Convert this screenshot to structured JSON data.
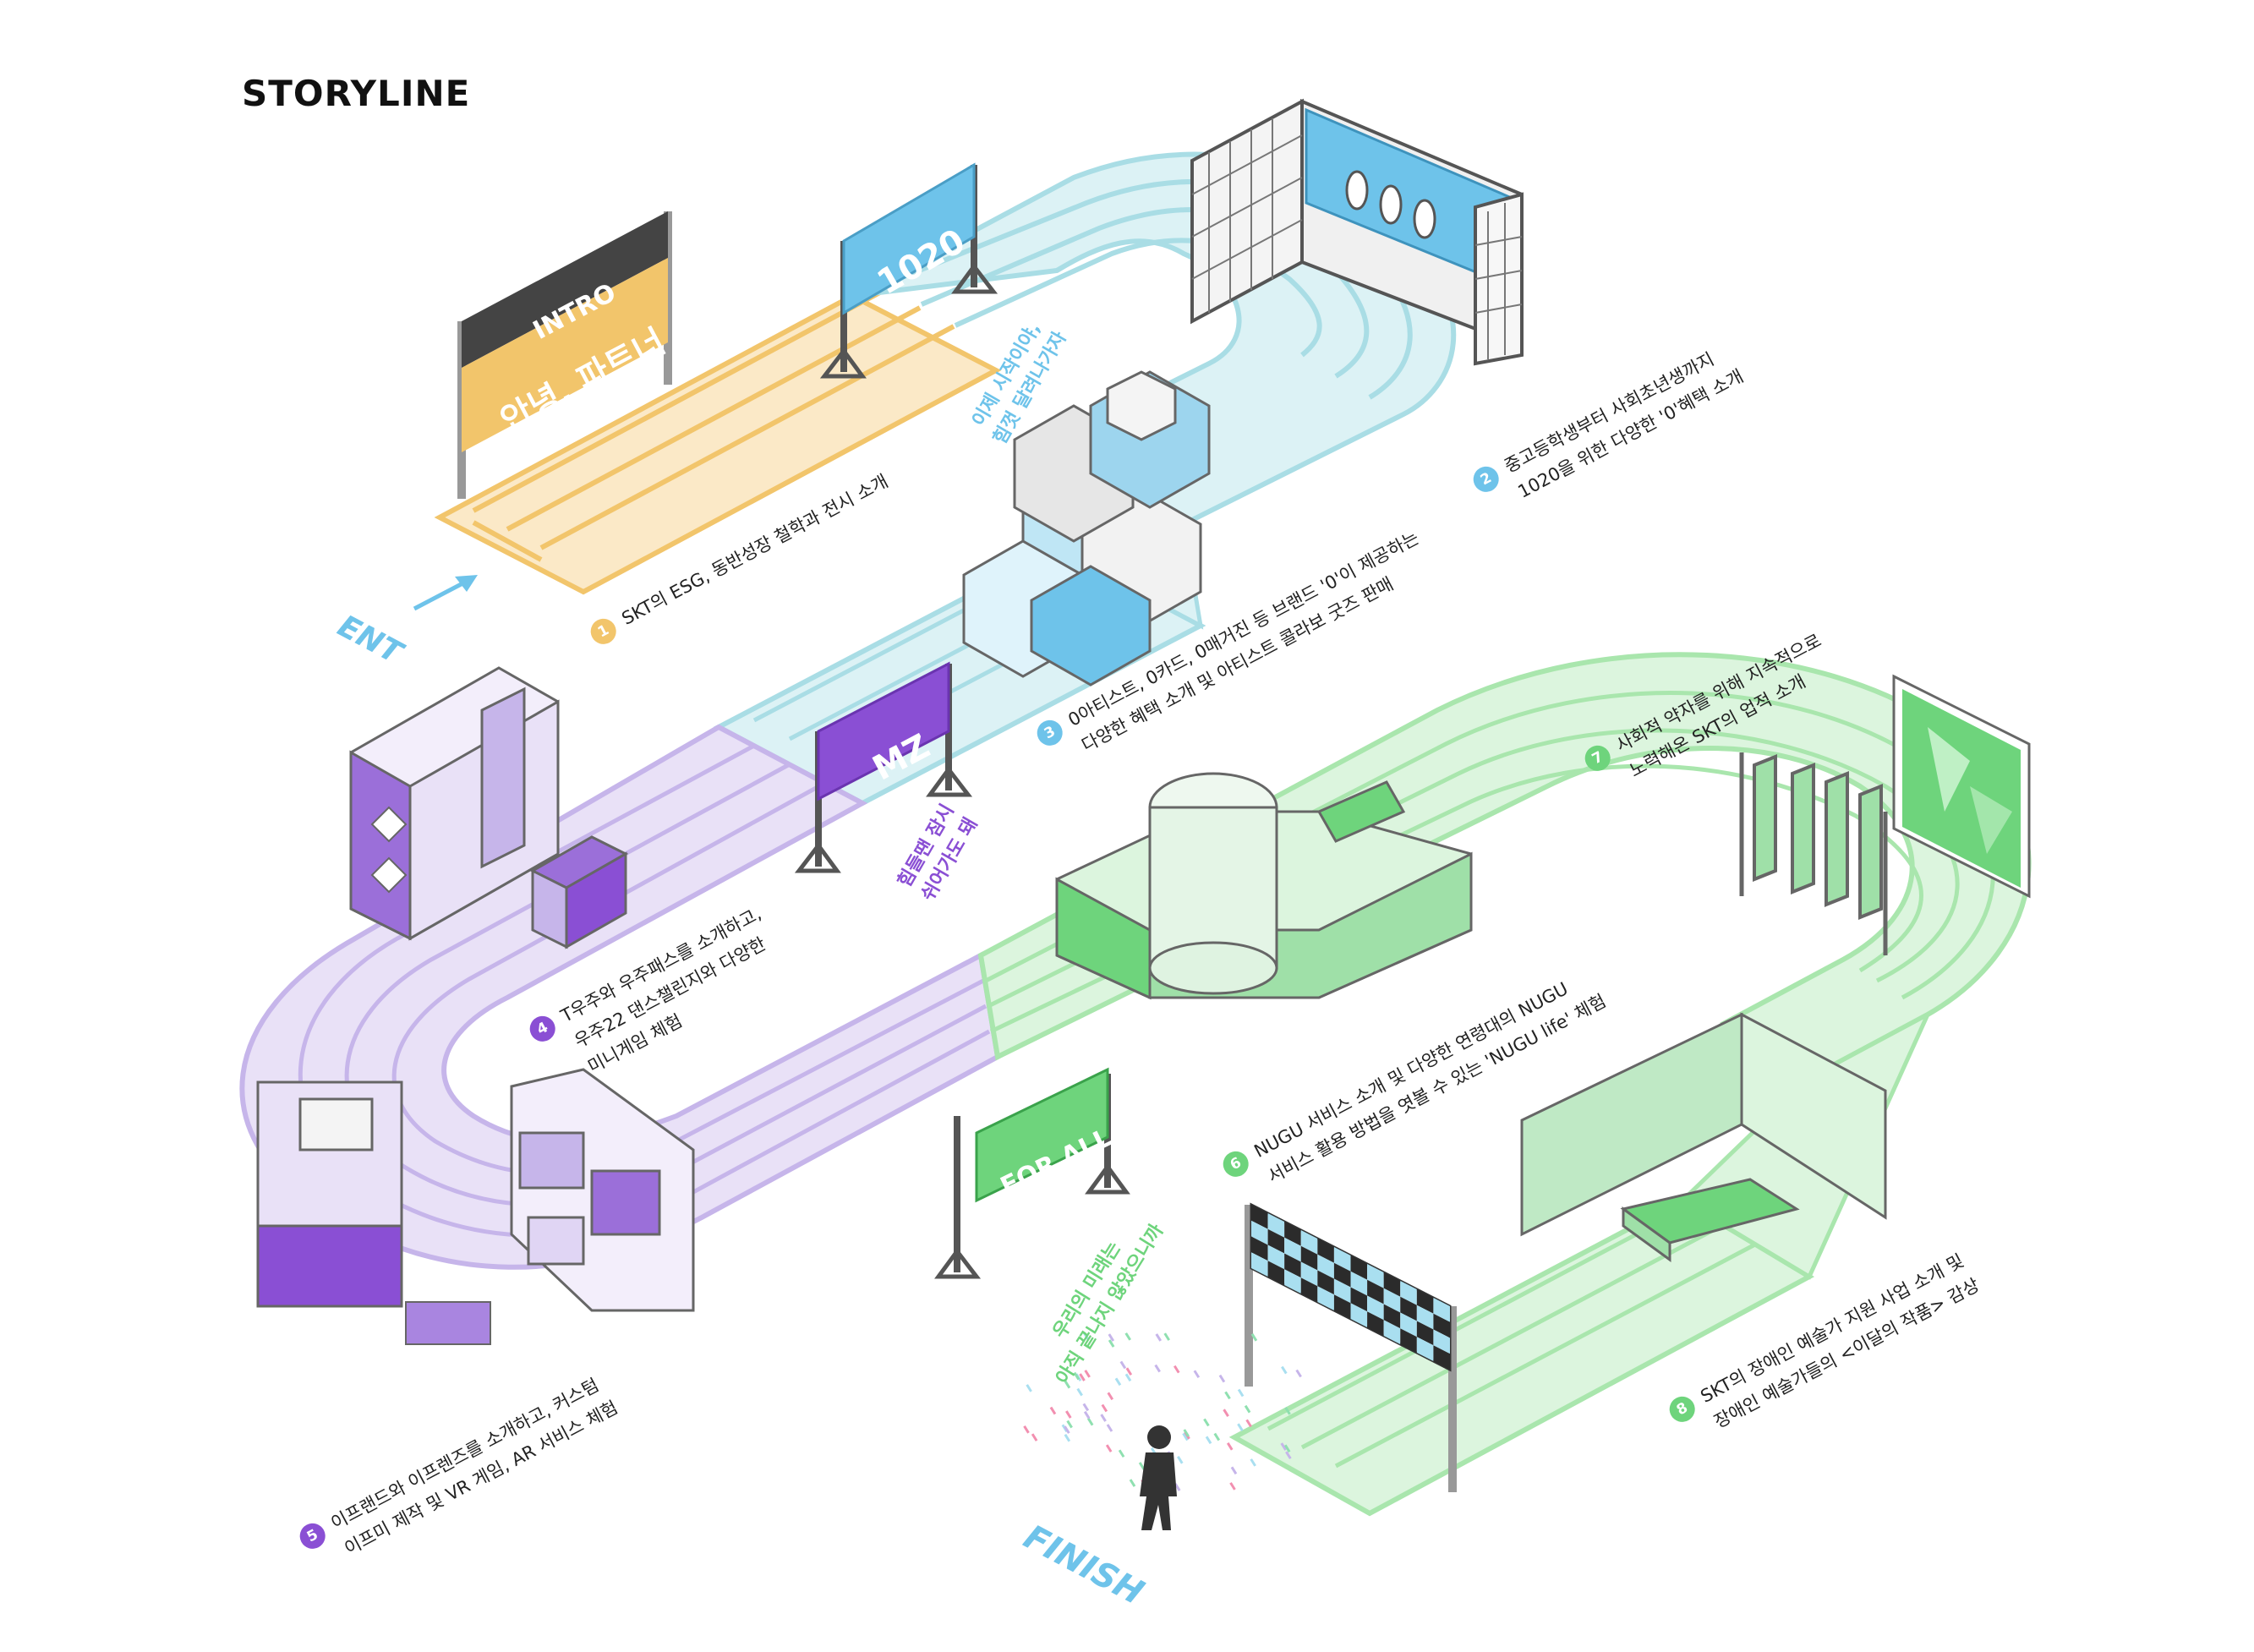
{
  "header": {
    "title": "STORYLINE"
  },
  "entrance": {
    "label": "ENT"
  },
  "finish": {
    "label": "FINISH"
  },
  "gates": {
    "intro": {
      "top": "INTRO",
      "bottom": "안녕, 파트너"
    },
    "g1020": {
      "label": "1020"
    },
    "mz": {
      "label": "MZ"
    },
    "forall": {
      "label": "FOR ALL"
    }
  },
  "slogans": {
    "s1": {
      "line1": "이제 시작이야,",
      "line2": "힘껏 달려나가자"
    },
    "s2": {
      "line1": "힘들땐 잠시",
      "line2": "쉬어가도 돼"
    },
    "s3": {
      "line1": "우리의 미래는",
      "line2": "아직 끝나지 않았으니까"
    }
  },
  "steps": [
    {
      "num": "1",
      "lines": [
        "SKT의 ESG, 동반성장 철학과 전시 소개"
      ]
    },
    {
      "num": "2",
      "lines": [
        "중고등학생부터 사회초년생까지",
        "1020을 위한 다양한 '0'혜택 소개"
      ]
    },
    {
      "num": "3",
      "lines": [
        "0아티스트, 0카드, 0매거진 등 브랜드 '0'이 제공하는",
        "다양한 혜택 소개 및 아티스트 콜라보 굿즈 판매"
      ]
    },
    {
      "num": "4",
      "lines": [
        "T우주와 우주패스를 소개하고,",
        "우주22 댄스챌린지와 다양한",
        "미니게임 체험"
      ]
    },
    {
      "num": "5",
      "lines": [
        "이프랜드와 이프렌즈를 소개하고, 커스텀",
        "이프미 제작 및 VR 게임, AR 서비스 체험"
      ]
    },
    {
      "num": "6",
      "lines": [
        "NUGU 서비스 소개 및 다양한 연령대의 NUGU",
        "서비스 활용 방법을 엿볼 수 있는 'NUGU life' 체험"
      ]
    },
    {
      "num": "7",
      "lines": [
        "사회적 약자를 위해 지속적으로",
        "노력해온 SKT의 업적 소개"
      ]
    },
    {
      "num": "8",
      "lines": [
        "SKT의 장애인 예술가 지원 사업 소개 및",
        "장애인 예술가들의 <이달의 작품> 감상"
      ]
    }
  ],
  "colors": {
    "yellow": "#f2c56b",
    "yellowLight": "#fbe9c7",
    "blue": "#a9dde5",
    "blueLight": "#dcf2f5",
    "blueDark": "#6ec3ea",
    "purple": "#c6b5ea",
    "purpleLight": "#e9e1f7",
    "purpleDark": "#8a4fd4",
    "green": "#a9e6ad",
    "greenLight": "#dcf5de",
    "greenDark": "#6ed47c",
    "dark": "#444444",
    "gray": "#d9d9d9"
  }
}
